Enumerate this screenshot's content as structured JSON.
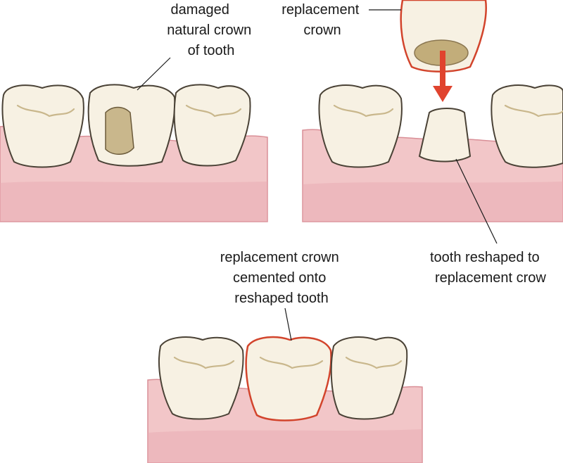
{
  "labels": {
    "damaged": [
      "damaged",
      "natural crown",
      "of tooth"
    ],
    "replacement": [
      "replacement",
      "crown"
    ],
    "reshaped": [
      "tooth reshaped to",
      "replacement crow"
    ],
    "cemented": [
      "replacement crown",
      "cemented onto",
      "reshaped tooth"
    ]
  },
  "colors": {
    "gum": "#f2c6c8",
    "tooth": "#f7f1e3",
    "crown_outline": "#d2442c",
    "arrow": "#e0432e"
  }
}
